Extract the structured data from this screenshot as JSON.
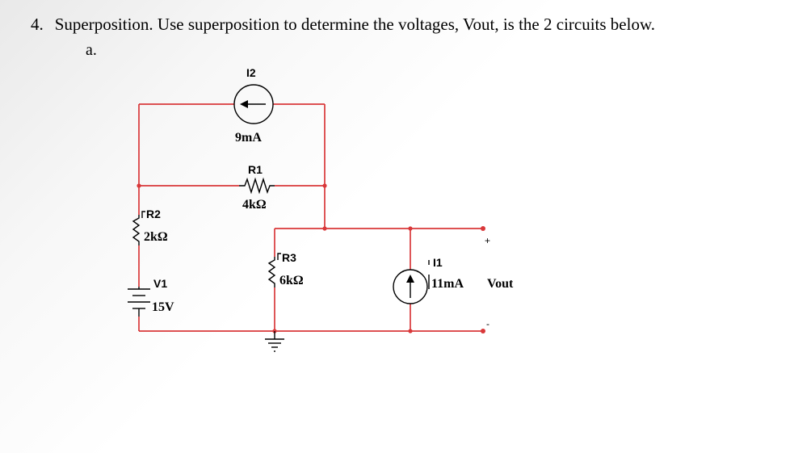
{
  "question": {
    "number": "4.",
    "text": "Superposition. Use superposition to determine the voltages, Vout, is the 2 circuits below."
  },
  "subpart": "a.",
  "circuit": {
    "I2": {
      "name": "I2",
      "value": "9mA"
    },
    "R1": {
      "name": "R1",
      "value": "4kΩ"
    },
    "R2": {
      "name": "R2",
      "value": "2kΩ"
    },
    "R3": {
      "name": "R3",
      "value": "6kΩ"
    },
    "V1": {
      "name": "V1",
      "value": "15V"
    },
    "I1": {
      "name": "I1",
      "value": "11mA"
    },
    "output": {
      "label": "Vout",
      "plus": "+",
      "minus": "-"
    }
  },
  "colors": {
    "wire": "#d9383a",
    "component": "#000000"
  }
}
